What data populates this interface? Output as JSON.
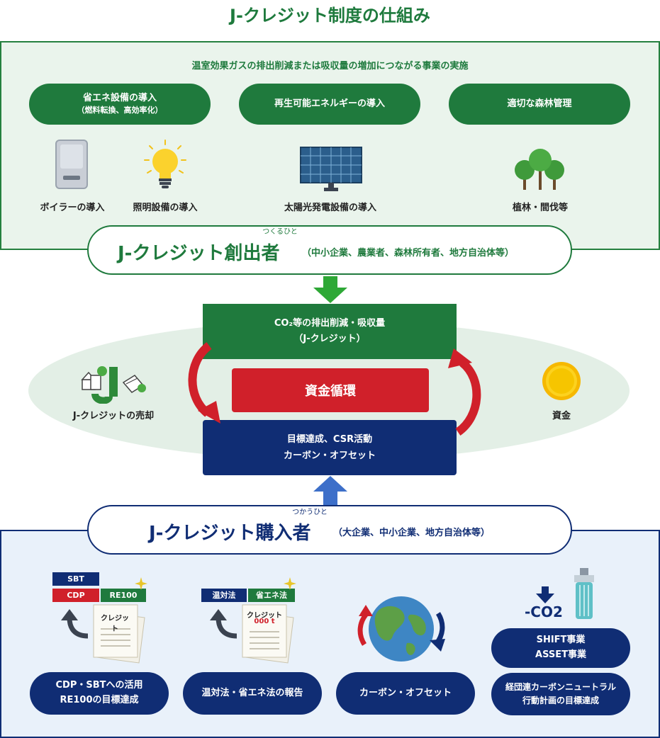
{
  "title": "J-クレジット制度の仕組み",
  "top": {
    "heading": "温室効果ガスの排出削減または吸収量の増加につながる事業の実施",
    "pills": [
      {
        "label": "省エネ設備の導入",
        "sub": "（燃料転換、高効率化）"
      },
      {
        "label": "再生可能エネルギーの導入"
      },
      {
        "label": "適切な森林管理"
      }
    ],
    "icons": [
      {
        "label": "ボイラーの導入",
        "icon": "boiler-icon"
      },
      {
        "label": "照明設備の導入",
        "icon": "light-bulb-icon"
      },
      {
        "label": "太陽光発電設備の導入",
        "icon": "solar-panel-icon"
      },
      {
        "label": "植林・間伐等",
        "icon": "trees-icon"
      }
    ]
  },
  "maker": {
    "ruby": "つくるひと",
    "title": "J-クレジット創出者",
    "note": "（中小企業、農業者、森林所有者、地方自治体等）"
  },
  "cycle": {
    "reduction_line1": "CO₂等の排出削減・吸収量",
    "reduction_line2": "（J-クレジット）",
    "fund_cycle": "資金循環",
    "goal_line1": "目標達成、CSR活動",
    "goal_line2": "カーボン・オフセット",
    "sale_label": "J-クレジットの売却",
    "money_label": "資金"
  },
  "buyer": {
    "ruby": "つかうひと",
    "title": "J-クレジット購入者",
    "note": "（大企業、中小企業、地方自治体等）"
  },
  "bottom": {
    "tags1": {
      "sbt": "SBT",
      "cdp": "CDP",
      "re100": "RE100",
      "doc": "クレジット"
    },
    "tags2": {
      "ontai": "温対法",
      "shoene": "省エネ法",
      "doc": "クレジット",
      "amount": "000 t"
    },
    "co2": "-CO2",
    "pills": [
      {
        "line1": "CDP・SBTへの活用",
        "line2": "RE100の目標達成"
      },
      {
        "line1": "温対法・省エネ法の報告"
      },
      {
        "line1": "カーボン・オフセット"
      },
      {
        "line1": "SHIFT事業",
        "line2": "ASSET事業"
      }
    ],
    "keidanren_line1": "経団連カーボンニュートラル",
    "keidanren_line2": "行動計画の目標達成"
  },
  "colors": {
    "green": "#1f7a3d",
    "navy": "#102d74",
    "red": "#d0202a",
    "arrow_green": "#2ea836",
    "arrow_blue": "#3d6fc9"
  }
}
